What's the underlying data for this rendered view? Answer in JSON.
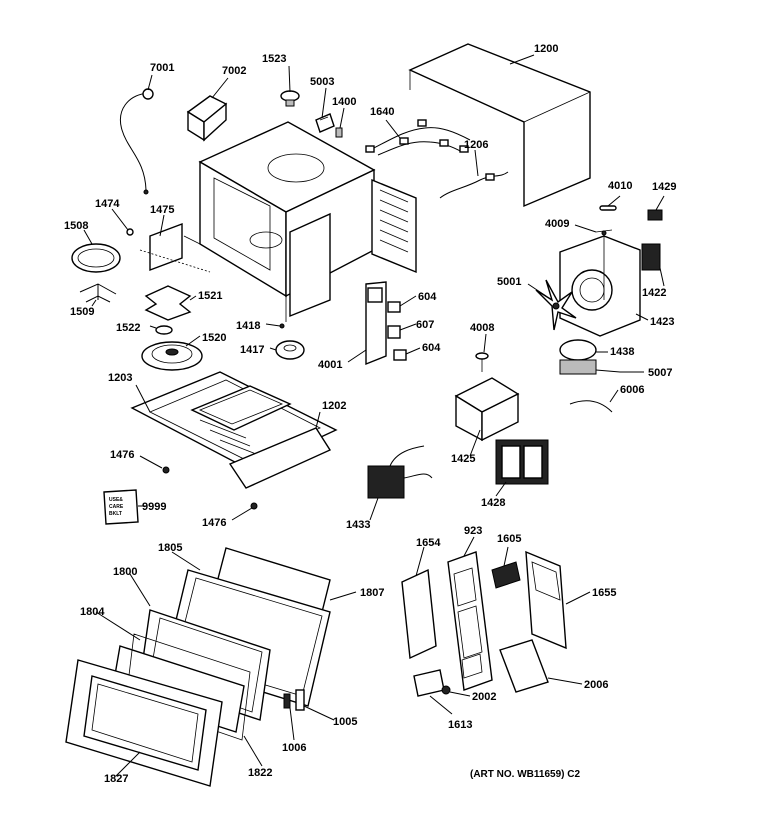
{
  "art_number": "(ART NO. WB11659) C2",
  "manual_lines": [
    "USE&",
    "CARE",
    "BKLT"
  ],
  "parts": [
    {
      "id": "p7001",
      "label": "7001"
    },
    {
      "id": "p7002",
      "label": "7002"
    },
    {
      "id": "p1523",
      "label": "1523"
    },
    {
      "id": "p5003",
      "label": "5003"
    },
    {
      "id": "p1400",
      "label": "1400"
    },
    {
      "id": "p1640",
      "label": "1640"
    },
    {
      "id": "p1200",
      "label": "1200"
    },
    {
      "id": "p1206",
      "label": "1206"
    },
    {
      "id": "p4010",
      "label": "4010"
    },
    {
      "id": "p1429",
      "label": "1429"
    },
    {
      "id": "p4009",
      "label": "4009"
    },
    {
      "id": "p1474",
      "label": "1474"
    },
    {
      "id": "p1475",
      "label": "1475"
    },
    {
      "id": "p1508",
      "label": "1508"
    },
    {
      "id": "p1509",
      "label": "1509"
    },
    {
      "id": "p1521",
      "label": "1521"
    },
    {
      "id": "p1522",
      "label": "1522"
    },
    {
      "id": "p1520",
      "label": "1520"
    },
    {
      "id": "p1418",
      "label": "1418"
    },
    {
      "id": "p1417",
      "label": "1417"
    },
    {
      "id": "p604a",
      "label": "604"
    },
    {
      "id": "p607",
      "label": "607"
    },
    {
      "id": "p604b",
      "label": "604"
    },
    {
      "id": "p4001",
      "label": "4001"
    },
    {
      "id": "p5001",
      "label": "5001"
    },
    {
      "id": "p1422",
      "label": "1422"
    },
    {
      "id": "p1423",
      "label": "1423"
    },
    {
      "id": "p4008",
      "label": "4008"
    },
    {
      "id": "p1438",
      "label": "1438"
    },
    {
      "id": "p5007",
      "label": "5007"
    },
    {
      "id": "p6006",
      "label": "6006"
    },
    {
      "id": "p1203",
      "label": "1203"
    },
    {
      "id": "p1202",
      "label": "1202"
    },
    {
      "id": "p1476a",
      "label": "1476"
    },
    {
      "id": "p9999",
      "label": "9999"
    },
    {
      "id": "p1476b",
      "label": "1476"
    },
    {
      "id": "p1425",
      "label": "1425"
    },
    {
      "id": "p1433",
      "label": "1433"
    },
    {
      "id": "p1428",
      "label": "1428"
    },
    {
      "id": "p1805",
      "label": "1805"
    },
    {
      "id": "p1800",
      "label": "1800"
    },
    {
      "id": "p1807",
      "label": "1807"
    },
    {
      "id": "p1804",
      "label": "1804"
    },
    {
      "id": "p1005",
      "label": "1005"
    },
    {
      "id": "p1006",
      "label": "1006"
    },
    {
      "id": "p1822",
      "label": "1822"
    },
    {
      "id": "p1827",
      "label": "1827"
    },
    {
      "id": "p923",
      "label": "923"
    },
    {
      "id": "p1654",
      "label": "1654"
    },
    {
      "id": "p1605",
      "label": "1605"
    },
    {
      "id": "p1655",
      "label": "1655"
    },
    {
      "id": "p2002",
      "label": "2002"
    },
    {
      "id": "p2006",
      "label": "2006"
    },
    {
      "id": "p1613",
      "label": "1613"
    }
  ]
}
